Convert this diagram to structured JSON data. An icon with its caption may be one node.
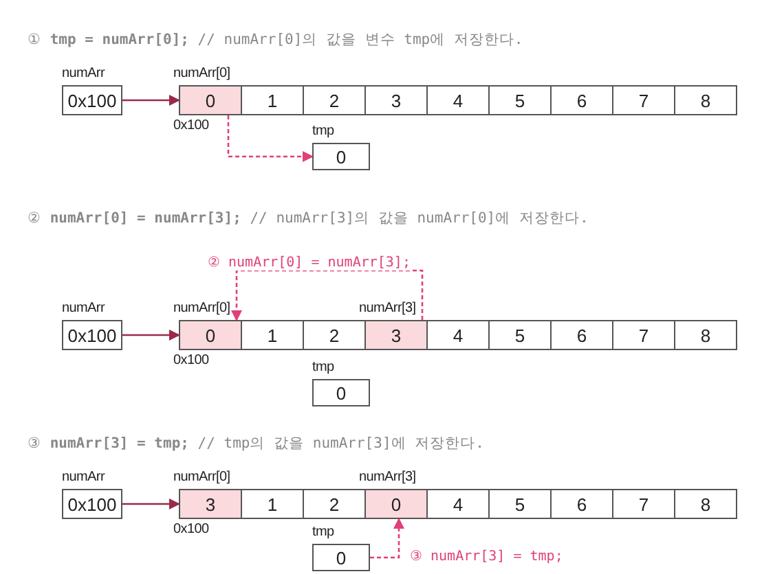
{
  "diagram": {
    "nodes": [
      {
        "text": [
          "0x100"
        ],
        "beside": [
          "numArr"
        ]
      },
      {
        "text": [
          "0"
        ],
        "beside": [
          "numArr[0]",
          "0x100"
        ]
      },
      {
        "text": [
          "1"
        ]
      },
      {
        "text": [
          "2"
        ]
      },
      {
        "text": [
          "3"
        ]
      },
      {
        "text": [
          "4"
        ]
      },
      {
        "text": [
          "5"
        ]
      },
      {
        "text": [
          "6"
        ]
      },
      {
        "text": [
          "7"
        ]
      },
      {
        "text": [
          "8"
        ]
      },
      {
        "text": [
          "0"
        ],
        "beside": [
          "tmp"
        ]
      },
      {
        "text": [
          "0x100"
        ],
        "beside": [
          "numArr"
        ]
      },
      {
        "text": [
          "0"
        ],
        "beside": [
          "numArr[0]",
          "0x100"
        ]
      },
      {
        "text": [
          "1"
        ]
      },
      {
        "text": [
          "2"
        ]
      },
      {
        "text": [
          "3"
        ],
        "beside": [
          "numArr[3]"
        ]
      },
      {
        "text": [
          "4"
        ]
      },
      {
        "text": [
          "5"
        ]
      },
      {
        "text": [
          "6"
        ]
      },
      {
        "text": [
          "7"
        ]
      },
      {
        "text": [
          "8"
        ]
      },
      {
        "text": [
          "0"
        ],
        "beside": [
          "tmp"
        ]
      },
      {
        "text": [
          "0x100"
        ],
        "beside": [
          "numArr"
        ]
      },
      {
        "text": [
          "3"
        ],
        "beside": [
          "numArr[0]",
          "0x100"
        ]
      },
      {
        "text": [
          "1"
        ]
      },
      {
        "text": [
          "2"
        ]
      },
      {
        "text": [
          "0"
        ],
        "beside": [
          "numArr[3]"
        ]
      },
      {
        "text": [
          "4"
        ]
      },
      {
        "text": [
          "5"
        ]
      },
      {
        "text": [
          "6"
        ]
      },
      {
        "text": [
          "7"
        ]
      },
      {
        "text": [
          "8"
        ]
      },
      {
        "text": [
          "0"
        ],
        "beside": [
          "tmp"
        ]
      }
    ],
    "edges": [
      {
        "from": 0,
        "to": 1,
        "arrow": "to"
      },
      {
        "from": 1,
        "to": 10,
        "arrow": "to",
        "style": "dashed",
        "color": "#e0407a"
      },
      {
        "from": 11,
        "to": 12,
        "arrow": "to"
      },
      {
        "from": 15,
        "to": 12,
        "arrow": "to",
        "style": "dashed",
        "color": "#e0407a",
        "label": "② numArr[0] = numArr[3];"
      },
      {
        "from": 22,
        "to": 23,
        "arrow": "to"
      },
      {
        "from": 32,
        "to": 26,
        "arrow": "to",
        "style": "dashed",
        "color": "#e0407a",
        "label": "③ numArr[3] = tmp;"
      }
    ],
    "labels": [
      "① **tmp = numArr[0];** // numArr[0]의 값을 변수 tmp에 저장한다.",
      "② **numArr[0] = numArr[3];** // numArr[3]의 값을 numArr[0]에 저장한다.",
      "③ **numArr[3] = tmp;** // tmp의 값을 numArr[3]에 저장한다."
    ]
  }
}
